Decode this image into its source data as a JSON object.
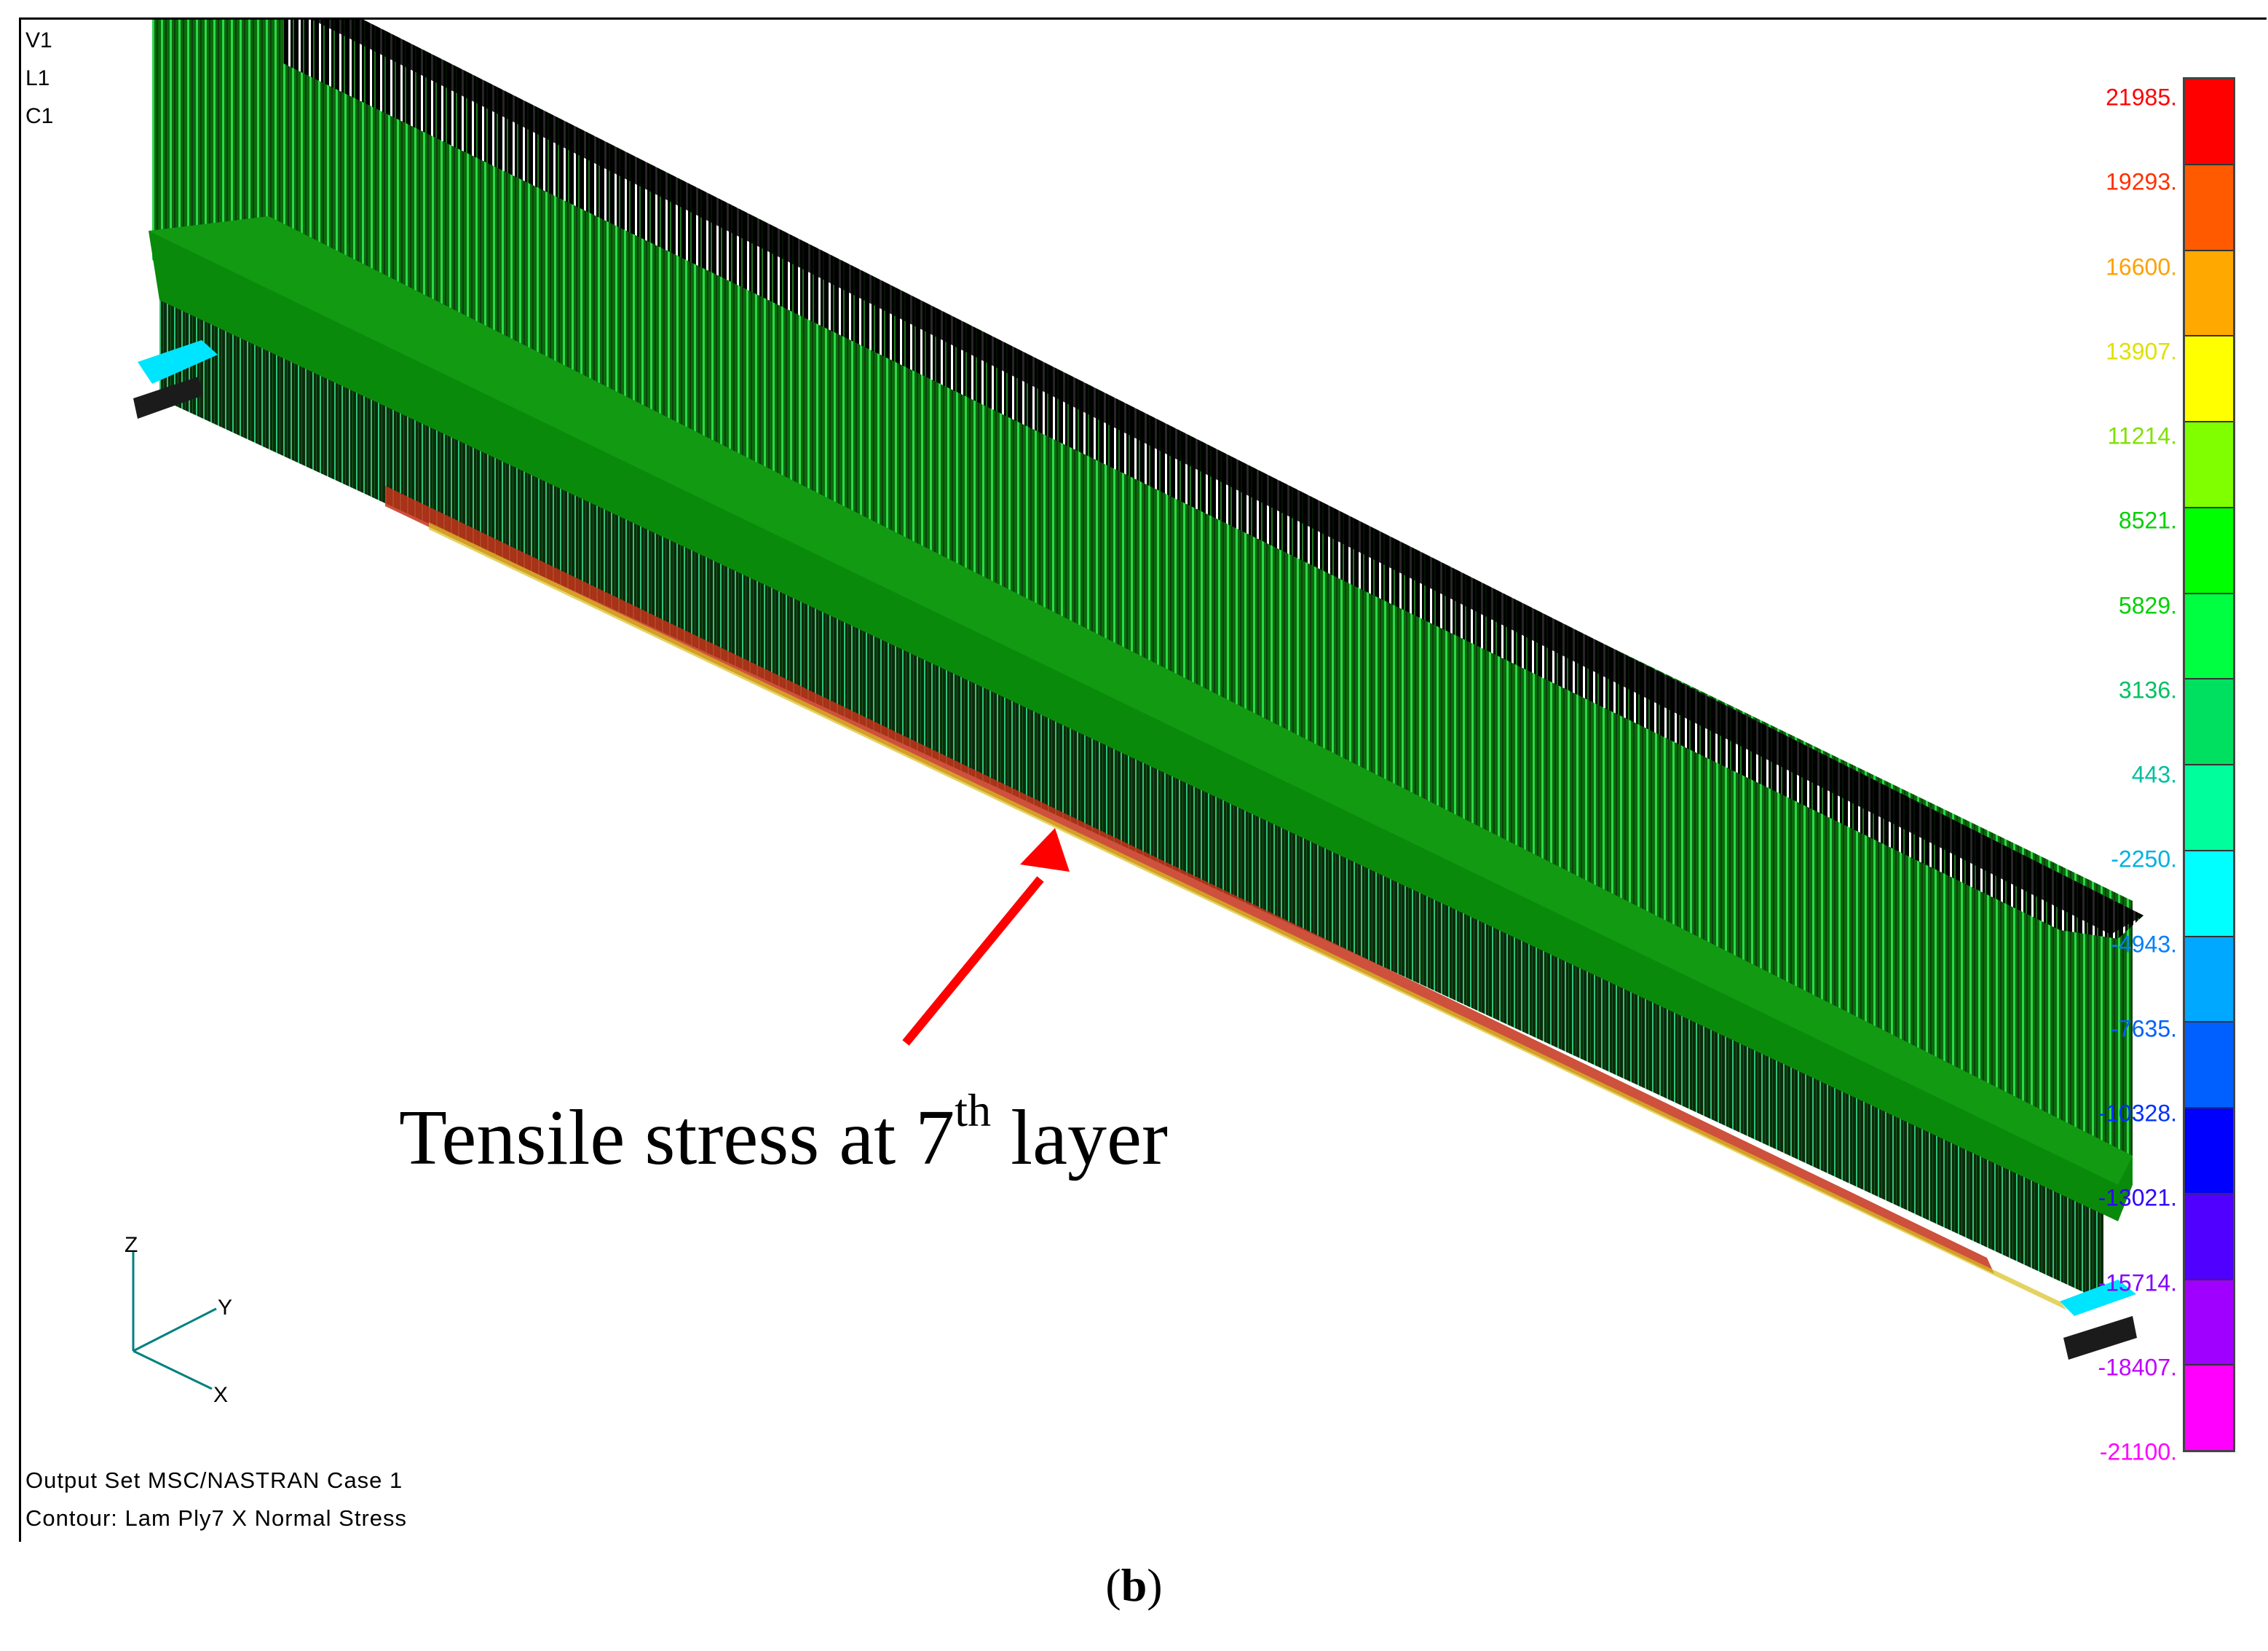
{
  "view": {
    "labels": [
      "V1",
      "L1",
      "C1"
    ],
    "output_set": "Output Set MSC/NASTRAN Case 1",
    "contour": "Contour: Lam Ply7 X Normal Stress"
  },
  "annotation": {
    "text": "Tensile stress at 7",
    "superscript": "th",
    "suffix": " layer",
    "arrow_color": "#ff0000"
  },
  "axes": {
    "z": "Z",
    "y": "Y",
    "x": "X",
    "color": "#008080"
  },
  "legend": {
    "values": [
      "21985.",
      "19293.",
      "16600.",
      "13907.",
      "11214.",
      "8521.",
      "5829.",
      "3136.",
      "443.",
      "-2250.",
      "-4943.",
      "-7635.",
      "-10328.",
      "-13021.",
      "-15714.",
      "-18407.",
      "-21100."
    ],
    "label_colors": [
      "#ff0000",
      "#ff3000",
      "#ffa000",
      "#e0e000",
      "#80e000",
      "#00d000",
      "#00d000",
      "#00c060",
      "#00c0a0",
      "#00b0e0",
      "#0080ff",
      "#0060ff",
      "#0030ff",
      "#3000ff",
      "#8000ff",
      "#c000ff",
      "#ff00ff"
    ],
    "band_colors": [
      "#ff0000",
      "#ff5a00",
      "#ffa800",
      "#ffff00",
      "#80ff00",
      "#00ff00",
      "#00ff40",
      "#00e060",
      "#00ff9c",
      "#00ffff",
      "#00a8ff",
      "#0060ff",
      "#0000ff",
      "#5000ff",
      "#a000ff",
      "#ff00ff"
    ]
  },
  "model_colors": {
    "web_green": "#00c800",
    "flange_green": "#008000",
    "dark_flange": "#000000",
    "tension_red": "#cc2200",
    "support_cyan": "#00e5ff"
  },
  "caption": {
    "open": "(",
    "letter": "b",
    "close": ")"
  }
}
